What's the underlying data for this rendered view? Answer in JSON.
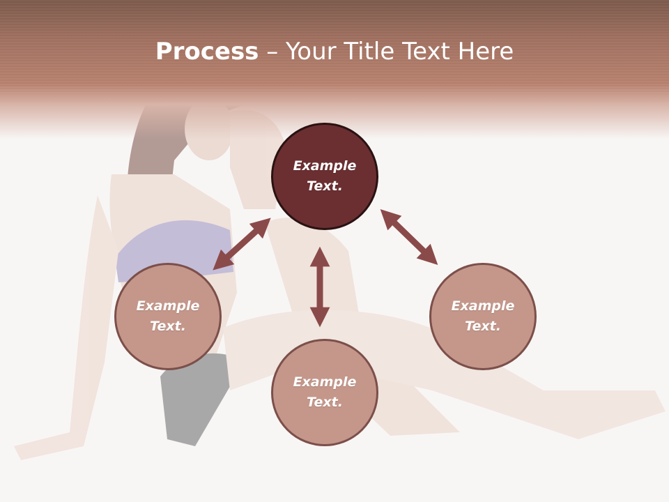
{
  "slide": {
    "title_bold": "Process",
    "title_rest": " – Your Title Text Here"
  },
  "diagram": {
    "nodes": [
      {
        "id": "top",
        "line1": "Example",
        "line2": "Text."
      },
      {
        "id": "left",
        "line1": "Example",
        "line2": "Text."
      },
      {
        "id": "bottom",
        "line1": "Example",
        "line2": "Text."
      },
      {
        "id": "right",
        "line1": "Example",
        "line2": "Text."
      }
    ]
  },
  "colors": {
    "header": "#a07060",
    "main_node": "#6b2f31",
    "sub_node": "#c4978a",
    "arrow": "#8b4a4a",
    "background": "#f8f6f5"
  }
}
